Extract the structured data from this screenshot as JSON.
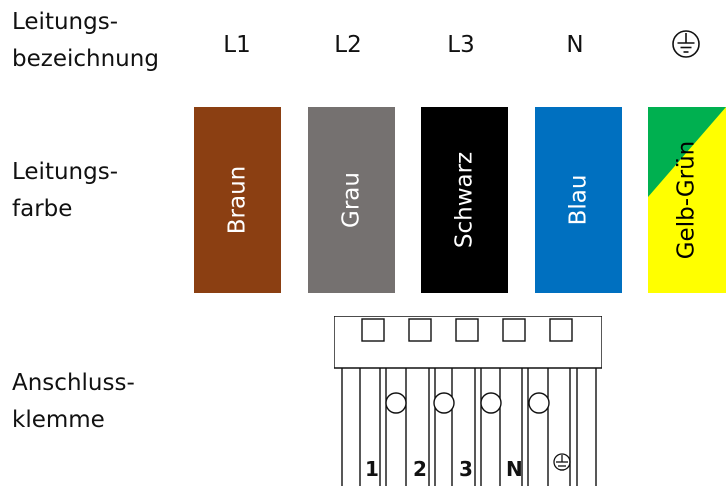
{
  "rows": {
    "designation": [
      "Leitungs-",
      "bezeichnung"
    ],
    "color": [
      "Leitungs-",
      "farbe"
    ],
    "terminal": [
      "Anschluss-",
      "klemme"
    ]
  },
  "conductors": [
    {
      "designation": "L1",
      "color_name": "Braun",
      "color": "#8B3F12",
      "text_color": "#ffffff"
    },
    {
      "designation": "L2",
      "color_name": "Grau",
      "color": "#757170",
      "text_color": "#ffffff"
    },
    {
      "designation": "L3",
      "color_name": "Schwarz",
      "color": "#000000",
      "text_color": "#ffffff"
    },
    {
      "designation": "N",
      "color_name": "Blau",
      "color": "#0070C0",
      "text_color": "#ffffff"
    },
    {
      "designation": "ground-icon",
      "color_name": "Gelb-Grün",
      "color": "#00B050",
      "secondary_color": "#FFFF00",
      "text_color": "#000000"
    }
  ],
  "terminal_labels": [
    "1",
    "2",
    "3",
    "N",
    "ground-icon"
  ]
}
